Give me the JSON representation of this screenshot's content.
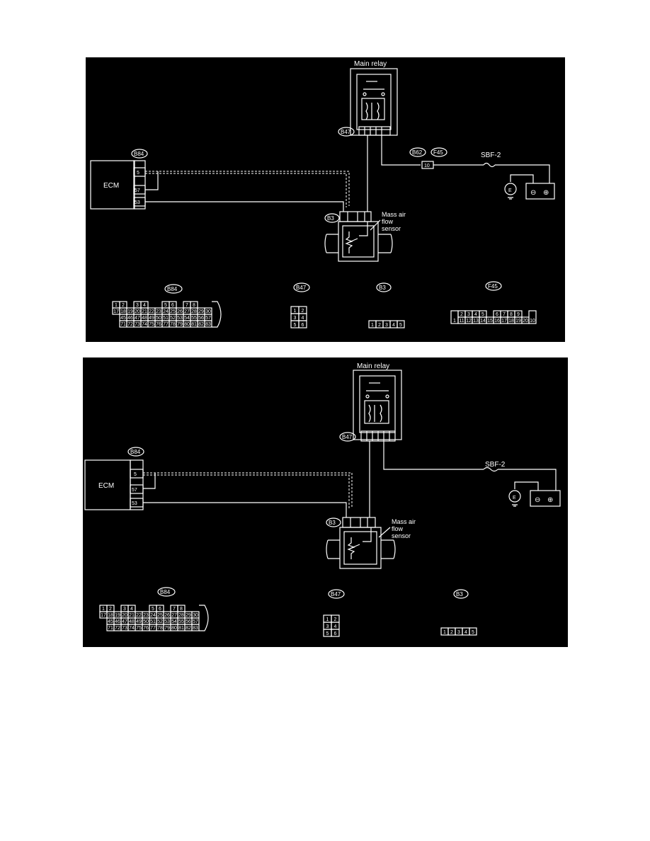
{
  "diagrams": [
    {
      "ecm_label": "ECM",
      "ecm_connector": "B84",
      "ecm_pins": [
        "5",
        "57",
        "53"
      ],
      "relay_label": "Main relay",
      "relay_connector": "B47",
      "sensor_label_1": "Mass air",
      "sensor_label_2": "flow",
      "sensor_label_3": "sensor",
      "sensor_connector": "B3",
      "inline_connector_1": "B62",
      "inline_connector_2": "F45",
      "inline_pin": "10",
      "fuse_label": "SBF-2",
      "connector_views": [
        "B84",
        "B47",
        "B3",
        "F45"
      ],
      "b84_rows": [
        [
          "1",
          "2",
          "3",
          "4",
          "5",
          "6",
          "7",
          "8"
        ],
        [
          "17",
          "18",
          "19",
          "20",
          "21",
          "22",
          "23",
          "24",
          "25",
          "26",
          "27",
          "28",
          "29",
          "30"
        ],
        [
          "45",
          "46",
          "47",
          "48",
          "49",
          "50",
          "51",
          "52",
          "53",
          "54",
          "55",
          "56",
          "57"
        ],
        [
          "71",
          "72",
          "73",
          "74",
          "75",
          "76",
          "77",
          "78",
          "79",
          "80",
          "81",
          "82",
          "83"
        ]
      ],
      "b47_rows": [
        [
          "1",
          "2"
        ],
        [
          "3",
          "4"
        ],
        [
          "5",
          "6"
        ]
      ],
      "b3_pins": [
        "1",
        "2",
        "3",
        "4",
        "5"
      ],
      "f45_row1": [
        "2",
        "3",
        "4",
        "5",
        "6",
        "7",
        "8",
        "9"
      ],
      "f45_row2": [
        "11",
        "12",
        "13",
        "14",
        "15",
        "16",
        "17",
        "18",
        "19",
        "20"
      ],
      "f45_side_left": "1",
      "f45_side_right": "10"
    },
    {
      "ecm_label": "ECM",
      "ecm_connector": "B84",
      "ecm_pins": [
        "5",
        "57",
        "53"
      ],
      "relay_label": "Main relay",
      "relay_connector": "B47",
      "sensor_label_1": "Mass air",
      "sensor_label_2": "flow",
      "sensor_label_3": "sensor",
      "sensor_connector": "B3",
      "fuse_label": "SBF-2",
      "connector_views": [
        "B84",
        "B47",
        "B3"
      ],
      "b84_rows": [
        [
          "1",
          "2",
          "3",
          "4",
          "5",
          "6",
          "7",
          "8"
        ],
        [
          "17",
          "18",
          "19",
          "20",
          "21",
          "22",
          "23",
          "24",
          "25",
          "26",
          "27",
          "28",
          "29",
          "30"
        ],
        [
          "45",
          "46",
          "47",
          "48",
          "49",
          "50",
          "51",
          "52",
          "53",
          "54",
          "55",
          "56",
          "57"
        ],
        [
          "71",
          "72",
          "73",
          "74",
          "75",
          "76",
          "77",
          "78",
          "79",
          "80",
          "81",
          "82",
          "83"
        ]
      ],
      "b47_rows": [
        [
          "1",
          "2"
        ],
        [
          "3",
          "4"
        ],
        [
          "5",
          "6"
        ]
      ],
      "b3_pins": [
        "1",
        "2",
        "3",
        "4",
        "5"
      ]
    }
  ]
}
